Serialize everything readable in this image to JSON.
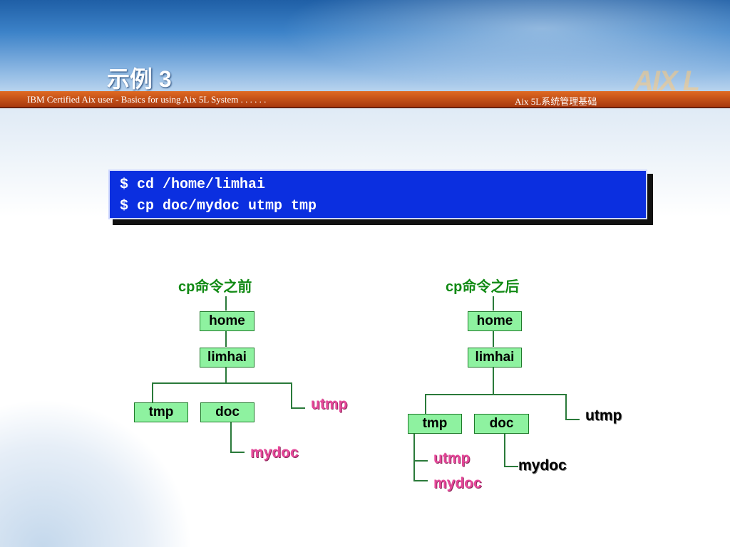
{
  "slide": {
    "title": "示例  3",
    "banner_left": "IBM Certified Aix user - Basics for using Aix 5L System . . . . . .",
    "banner_right": "Aix 5L系统管理基础",
    "logo_text": "AIX L"
  },
  "command": {
    "line1": "$ cd /home/limhai",
    "line2": "$ cp doc/mydoc utmp tmp"
  },
  "before": {
    "title": "cp命令之前",
    "home": "home",
    "limhai": "limhai",
    "tmp": "tmp",
    "doc": "doc",
    "utmp": "utmp",
    "mydoc": "mydoc"
  },
  "after": {
    "title": "cp命令之后",
    "home": "home",
    "limhai": "limhai",
    "tmp": "tmp",
    "doc": "doc",
    "utmp": "utmp",
    "tmp_utmp": "utmp",
    "tmp_mydoc": "mydoc",
    "doc_mydoc": "mydoc"
  },
  "colors": {
    "node_fill": "#8ef2a0",
    "title_green": "#118a14",
    "pink": "#e6489a",
    "command_blue": "#0b2fe0",
    "banner_orange": "#c04a14"
  }
}
